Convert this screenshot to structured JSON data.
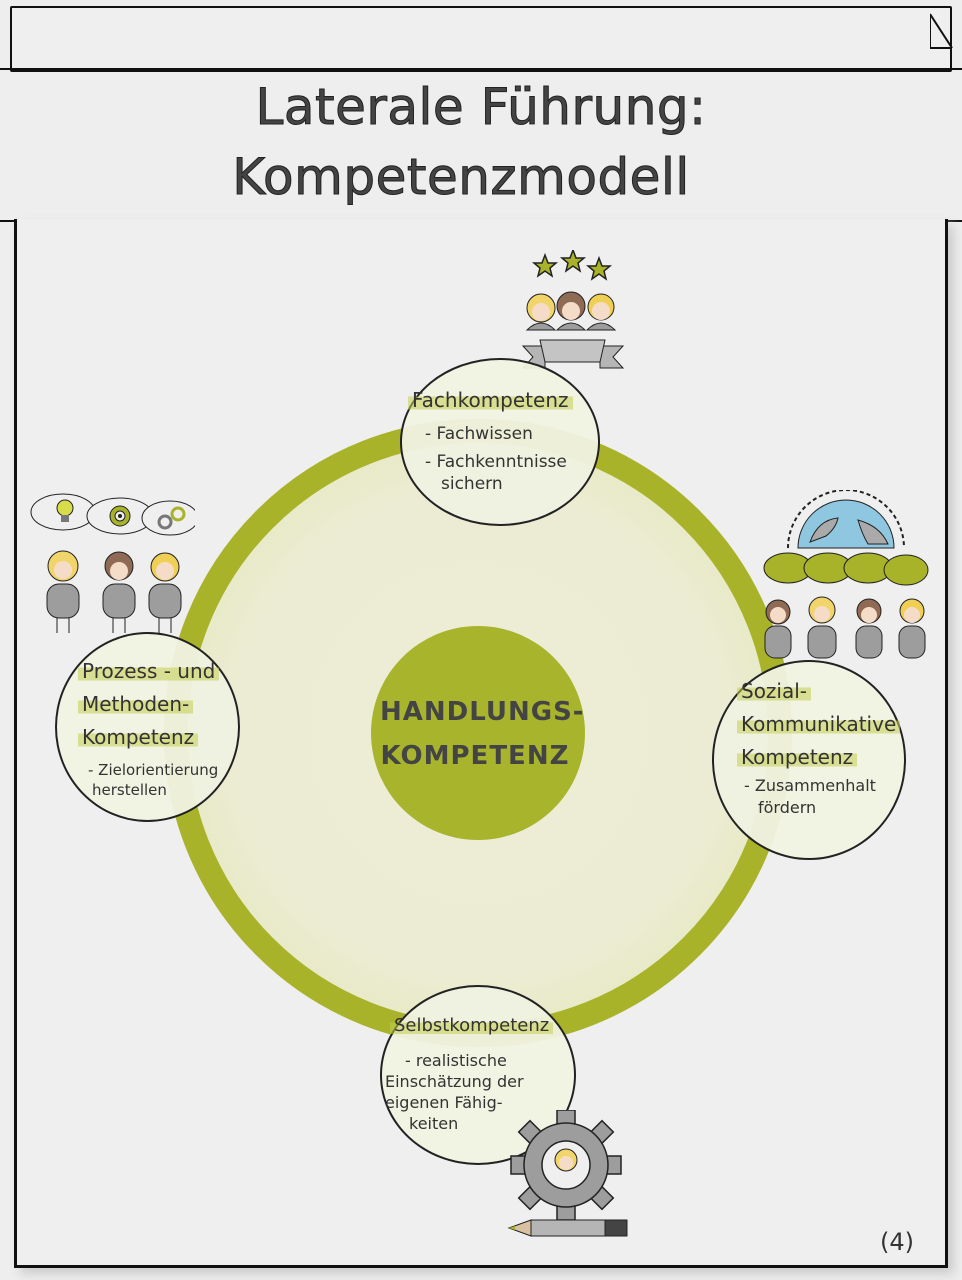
{
  "header": {
    "title_line1": "Laterale Führung:",
    "title_line2": "Kompetenzmodell"
  },
  "colors": {
    "accent": "#a8b32a",
    "outline": "#222222",
    "figure_gray": "#9d9d9d",
    "globe_blue": "#8fc6e0"
  },
  "center": {
    "line1": "HANDLUNGS-",
    "line2": "KOMPETENZ"
  },
  "competences": [
    {
      "title": "Fachkompetenz",
      "points": [
        "- Fachwissen",
        "- Fachkenntnisse",
        "sichern"
      ],
      "illustration": "three-people-with-stars-and-banner"
    },
    {
      "title_lines": [
        "Prozess - und",
        "Methoden-",
        "Kompetenz"
      ],
      "points": [
        "- Zielorientierung",
        "herstellen"
      ],
      "illustration": "three-people-with-thought-bubbles-lightbulb-target-gears"
    },
    {
      "title_lines": [
        "Sozial-",
        "Kommunikative",
        "Kompetenz"
      ],
      "points": [
        "- Zusammenhalt",
        "fördern"
      ],
      "illustration": "four-people-speech-bubbles-globe"
    },
    {
      "title": "Selbstkompetenz",
      "points": [
        "- realistische",
        "Einschätzung der",
        "eigenen Fähig-",
        "keiten"
      ],
      "illustration": "gear-with-person-and-pencil"
    }
  ],
  "page_number": "(4)"
}
